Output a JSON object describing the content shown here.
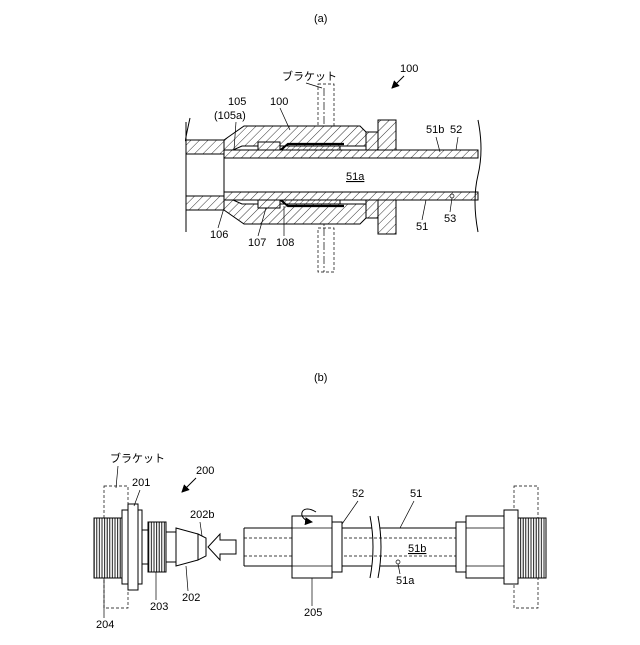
{
  "figure_a": {
    "caption": "(a)",
    "labels": {
      "assembly": "100",
      "bracket": "ブラケット",
      "part105": "105",
      "part105a": "(105a)",
      "part100": "100",
      "part51b": "51b",
      "part52": "52",
      "part51a": "51a",
      "part106": "106",
      "part107": "107",
      "part108": "108",
      "part51": "51",
      "part53": "53"
    }
  },
  "figure_b": {
    "caption": "(b)",
    "labels": {
      "bracket": "ブラケット",
      "assembly": "200",
      "part201": "201",
      "part202b": "202b",
      "part52": "52",
      "part51": "51",
      "part51b": "51b",
      "part51a": "51a",
      "part204": "204",
      "part203": "203",
      "part202": "202",
      "part205": "205"
    }
  }
}
